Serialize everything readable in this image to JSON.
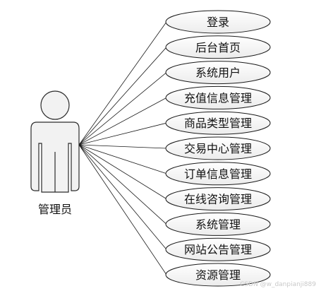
{
  "actor": {
    "name": "管理员"
  },
  "use_cases": [
    {
      "label": "登录"
    },
    {
      "label": "后台首页"
    },
    {
      "label": "系统用户"
    },
    {
      "label": "充值信息管理"
    },
    {
      "label": "商品类型管理"
    },
    {
      "label": "交易中心管理"
    },
    {
      "label": "订单信息管理"
    },
    {
      "label": "在线咨询管理"
    },
    {
      "label": "系统管理"
    },
    {
      "label": "网站公告管理"
    },
    {
      "label": "资源管理"
    }
  ],
  "watermark": "CSDN @w_danpianji889"
}
